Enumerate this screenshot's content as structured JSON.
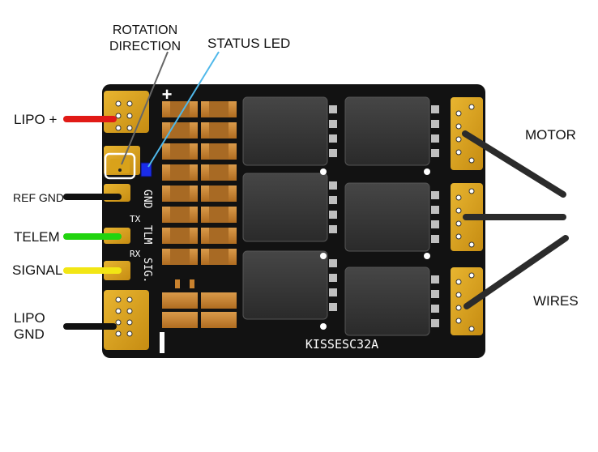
{
  "title_labels": {
    "rotation_direction": [
      "ROTATION",
      "DIRECTION"
    ],
    "status_led": "STATUS LED",
    "motor": "MOTOR",
    "wires": "WIRES"
  },
  "left_labels": {
    "lipo_plus": "LIPO +",
    "ref_gnd": "REF GND",
    "telem": "TELEM",
    "signal": "SIGNAL",
    "lipo_gnd": [
      "LIPO",
      "GND"
    ]
  },
  "board": {
    "model": "KISSESC32A",
    "plus_marker": "+",
    "minus_marker": "-",
    "pad_labels_vertical": [
      "GND",
      "TLM",
      "SIG."
    ],
    "tx_label": "TX",
    "rx_label": "RX"
  },
  "colors": {
    "board": "#121212",
    "pad_gold": "#d9a21a",
    "wire_red": "#e11a16",
    "wire_black": "#111111",
    "wire_green": "#22d40f",
    "wire_yellow": "#f2e614",
    "led_blue": "#1a2ce8",
    "pointer_blue": "#4fb8ea",
    "pointer_gray": "#666666",
    "capacitor": "#c9822e",
    "mosfet": "#3a3a3a",
    "motor_wire": "#2b2b2b"
  }
}
